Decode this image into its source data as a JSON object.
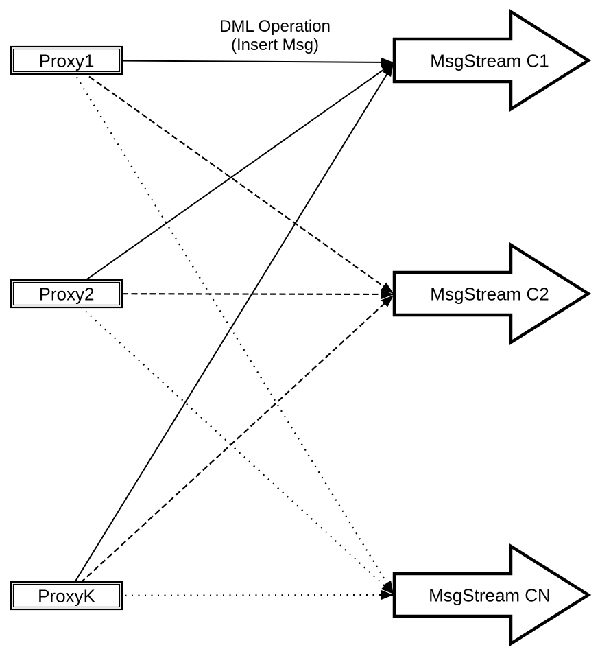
{
  "diagram": {
    "title": {
      "line1": "DML Operation",
      "line2": "(Insert Msg)"
    },
    "proxies": [
      {
        "label": "Proxy1"
      },
      {
        "label": "Proxy2"
      },
      {
        "label": "ProxyK"
      }
    ],
    "streams": [
      {
        "label": "MsgStream C1"
      },
      {
        "label": "MsgStream C2"
      },
      {
        "label": "MsgStream CN"
      }
    ],
    "edges": [
      {
        "from": "Proxy1",
        "to": "MsgStream C1",
        "style": "solid"
      },
      {
        "from": "Proxy2",
        "to": "MsgStream C1",
        "style": "solid"
      },
      {
        "from": "ProxyK",
        "to": "MsgStream C1",
        "style": "solid"
      },
      {
        "from": "Proxy1",
        "to": "MsgStream C2",
        "style": "dashed"
      },
      {
        "from": "Proxy2",
        "to": "MsgStream C2",
        "style": "dashed"
      },
      {
        "from": "ProxyK",
        "to": "MsgStream C2",
        "style": "dashed"
      },
      {
        "from": "Proxy1",
        "to": "MsgStream CN",
        "style": "dotted"
      },
      {
        "from": "Proxy2",
        "to": "MsgStream CN",
        "style": "dotted"
      },
      {
        "from": "ProxyK",
        "to": "MsgStream CN",
        "style": "dotted"
      }
    ],
    "colors": {
      "stroke": "#000000",
      "fill": "#ffffff"
    }
  }
}
